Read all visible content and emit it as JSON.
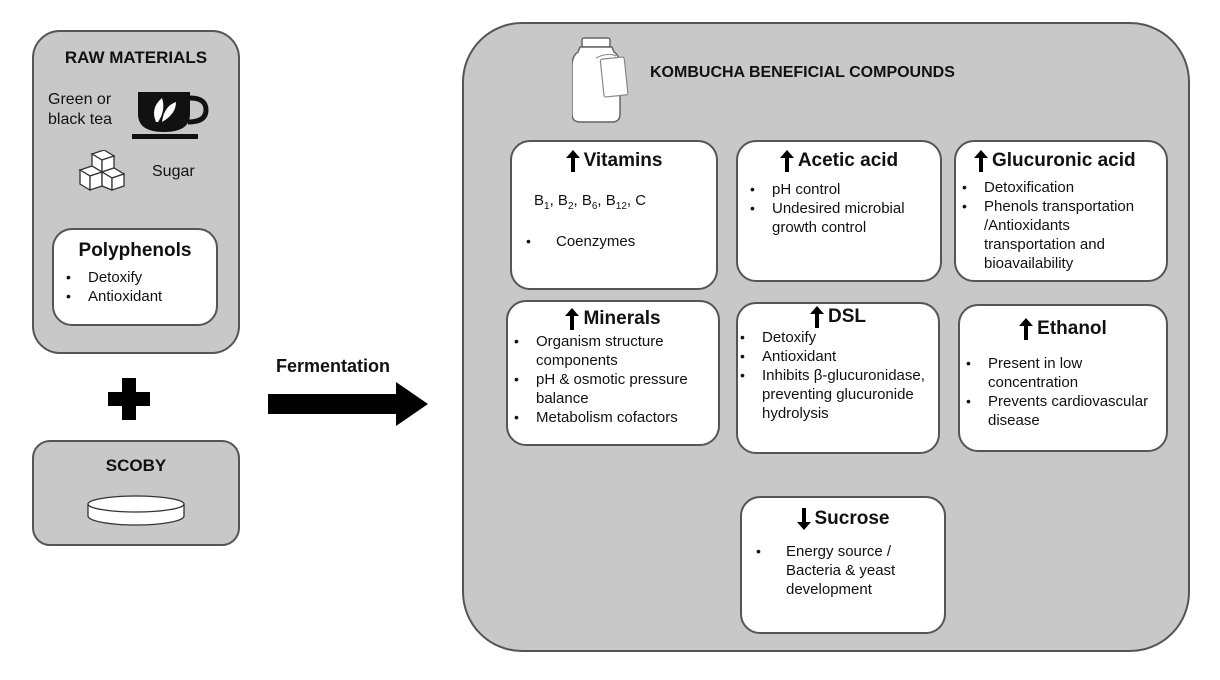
{
  "raw": {
    "title": "RAW MATERIALS",
    "tea_label": "Green or black tea",
    "sugar_label": "Sugar",
    "polyphenols": {
      "title": "Polyphenols",
      "items": [
        "Detoxify",
        "Antioxidant"
      ]
    }
  },
  "scoby": {
    "title": "SCOBY"
  },
  "fermentation_label": "Fermentation",
  "main": {
    "title": "KOMBUCHA BENEFICIAL COMPOUNDS"
  },
  "cards": {
    "vitamins": {
      "title": "Vitamins",
      "direction": "up",
      "b_prefix": "B",
      "subs": [
        "1",
        "2",
        "6",
        "12"
      ],
      "c_label": "C",
      "items": [
        "Coenzymes"
      ]
    },
    "acetic": {
      "title": "Acetic acid",
      "direction": "up",
      "items": [
        "pH control",
        "Undesired microbial growth control"
      ]
    },
    "glucuronic": {
      "title": "Glucuronic acid",
      "direction": "up",
      "items": [
        "Detoxification",
        "Phenols transportation /Antioxidants transportation and bioavailability"
      ]
    },
    "minerals": {
      "title": "Minerals",
      "direction": "up",
      "items": [
        "Organism structure components",
        "pH & osmotic pressure balance",
        "Metabolism cofactors"
      ]
    },
    "dsl": {
      "title": "DSL",
      "direction": "up",
      "items": [
        "Detoxify",
        "Antioxidant",
        "Inhibits β-glucuronidase, preventing glucuronide hydrolysis"
      ]
    },
    "ethanol": {
      "title": "Ethanol",
      "direction": "up",
      "items": [
        "Present in low concentration",
        "Prevents cardiovascular disease"
      ]
    },
    "sucrose": {
      "title": "Sucrose",
      "direction": "down",
      "items": [
        "Energy source / Bacteria & yeast development"
      ]
    }
  }
}
